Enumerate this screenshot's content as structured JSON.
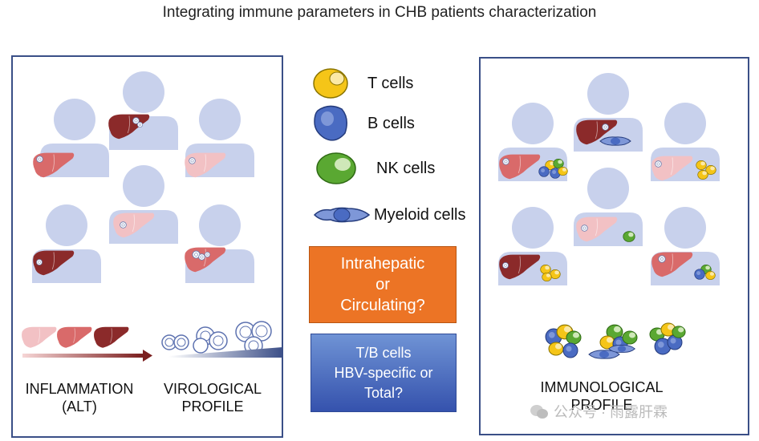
{
  "title": "Integrating immune parameters in CHB patients characterization",
  "legend": [
    {
      "label": "T cells",
      "icon": "t-cell-icon",
      "color": "#f5c518"
    },
    {
      "label": "B cells",
      "icon": "b-cell-icon",
      "color": "#4a6bc2"
    },
    {
      "label": "NK cells",
      "icon": "nk-cell-icon",
      "color": "#5aa832"
    },
    {
      "label": "Myeloid cells",
      "icon": "myeloid-cell-icon",
      "color": "#4a6bc2"
    }
  ],
  "boxes": {
    "orange": {
      "line1": "Intrahepatic",
      "line2": "or",
      "line3": "Circulating?",
      "color": "#ec7425"
    },
    "blue": {
      "line1": "T/B cells",
      "line2": "HBV-specific or",
      "line3": "Total?",
      "color": "#4468bd"
    }
  },
  "left_labels": {
    "inflammation_1": "INFLAMMATION",
    "inflammation_2": "(ALT)",
    "virological_1": "VIROLOGICAL",
    "virological_2": "PROFILE"
  },
  "right_labels": {
    "immunological_1": "IMMUNOLOGICAL",
    "immunological_2": "PROFILE"
  },
  "watermark": "公众号 · 雨露肝霖",
  "colors": {
    "person": "#c8d1ec",
    "liver_dark": "#8b2a2a",
    "liver_mid": "#d96a6a",
    "liver_light": "#f2c1c4",
    "frame": "#3a4f87"
  }
}
